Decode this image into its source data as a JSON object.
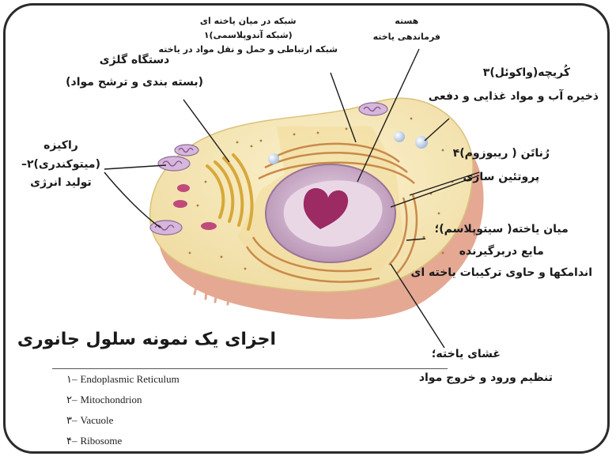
{
  "title": "اجزای یک نمونه سلول جانوری",
  "labels": {
    "er": {
      "line1": "شبکه در میان یاخته ای",
      "line2": "(شبکه آندوپلاسمی)۱",
      "line3": "شبکه ارتباطی و حمل و نقل مواد در یاخته"
    },
    "nucleus": {
      "line1": "هسته",
      "line2": "فرماندهی یاخته"
    },
    "golgi": {
      "line1": "دستگاه گلژی",
      "line2": "(بسته بندی و ترشح مواد)"
    },
    "vacuole": {
      "line1": "کُریچه(واکوئل)۳",
      "line2": "ذخیره آب و مواد غذایی و دفعی"
    },
    "mitochondrion": {
      "line1": "راکیزه",
      "line2": "(میتوکندری)۲–",
      "line3": "تولید انرژی"
    },
    "ribosome": {
      "line1": "رُناتَن ( ریبوزوم)۴",
      "line2": "پروتئین سازی"
    },
    "cytoplasm": {
      "line1": "میان یاخته( سیتوپلاسم)؛",
      "line2": "مایع دربرگیرنده",
      "line3": "اندامکها و حاوی ترکیبات یاخته ای"
    },
    "membrane": {
      "line1": "غشای یاخته؛",
      "line2": "تنظیم ورود و خروج مواد"
    }
  },
  "legend": [
    {
      "num": "۱–",
      "text": "Endoplasmic Reticulum"
    },
    {
      "num": "۲–",
      "text": "Mitochondrion"
    },
    {
      "num": "۳–",
      "text": "Vacuole"
    },
    {
      "num": "۴–",
      "text": "Ribosome"
    }
  ],
  "colors": {
    "cytoplasm": "#f6e7b3",
    "membrane": "#e8b8a6",
    "nucleus_outer": "#c9a3c4",
    "nucleus_inner": "#e2cde0",
    "nucleolus": "#9c2a63",
    "organelle": "#c66f42",
    "frame": "#2b2b2b"
  }
}
